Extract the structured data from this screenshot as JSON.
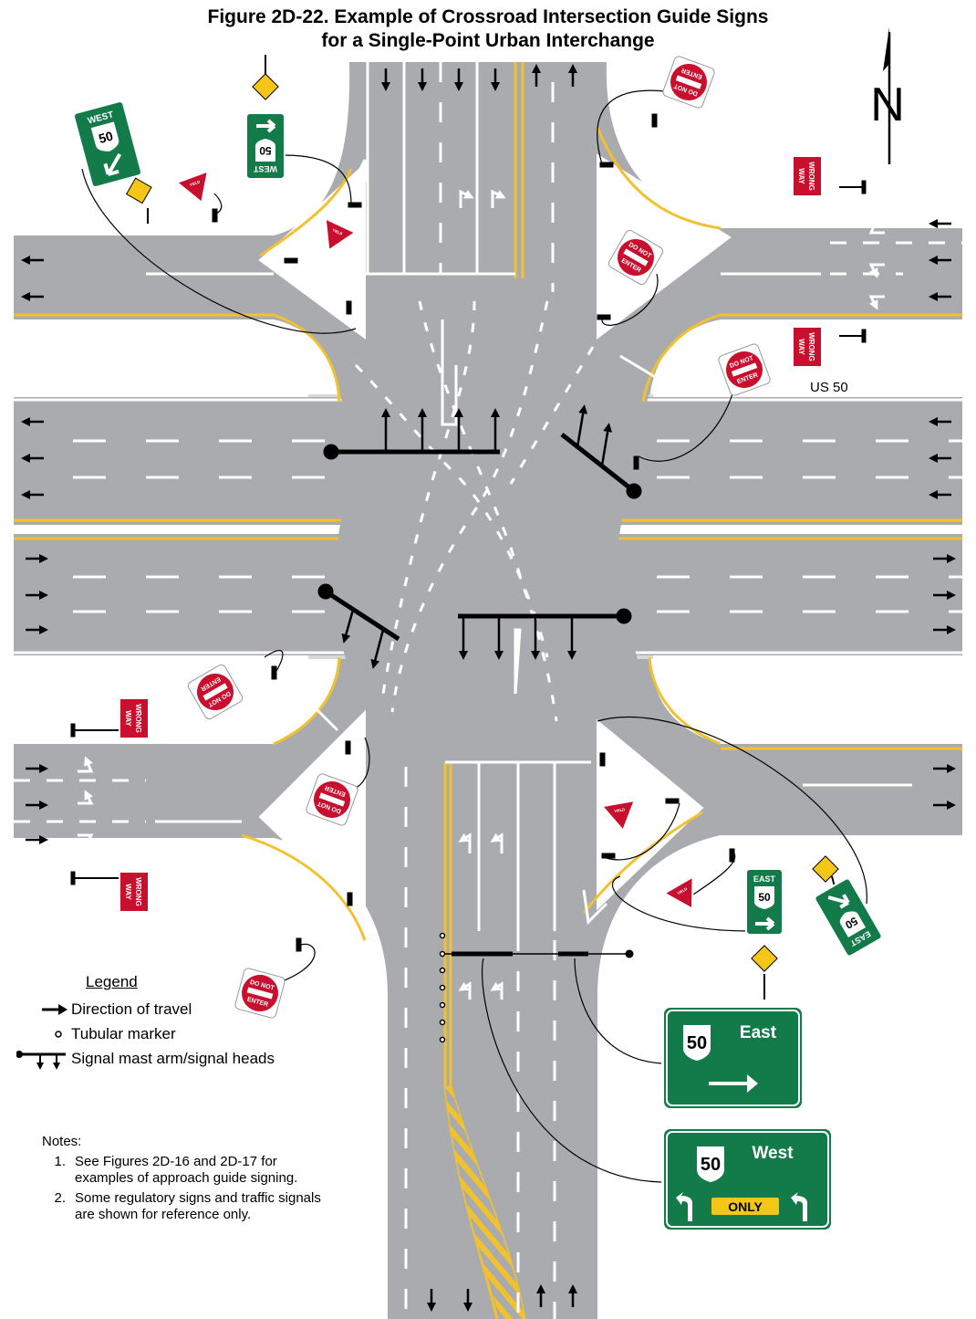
{
  "figure": {
    "title_line1": "Figure 2D-22.  Example of Crossroad Intersection Guide Signs",
    "title_line2": "for a Single-Point Urban Interchange"
  },
  "north_label": "N",
  "road_label": "US 50",
  "colors": {
    "pavement": "#a9abae",
    "bridge_deck": "#d7d8da",
    "yellow_line": "#f2c12e",
    "guide_green": "#137a4a",
    "regulatory_red": "#c8102e",
    "warning_yellow": "#f5c518"
  },
  "signs": {
    "route_number": "50",
    "do_not_enter": {
      "line1": "DO NOT",
      "line2": "ENTER"
    },
    "wrong_way": {
      "line1": "WRONG",
      "line2": "WAY"
    },
    "yield": "YIELD",
    "west_trailblazer": "WEST",
    "east_trailblazer": "EAST",
    "east_guide": {
      "direction": "East",
      "arrow": "right-arrow-icon"
    },
    "west_guide": {
      "direction": "West",
      "plaque": "ONLY",
      "arrow": "up-left-arrow-icon"
    }
  },
  "legend": {
    "title": "Legend",
    "items": [
      {
        "label": "Direction of travel",
        "icon": "arrow-right-icon"
      },
      {
        "label": "Tubular marker",
        "icon": "tubular-marker-icon"
      },
      {
        "label": "Signal mast arm/signal heads",
        "icon": "mast-arm-icon"
      }
    ]
  },
  "notes": {
    "title": "Notes:",
    "items": [
      {
        "num": "1.",
        "line1": "See Figures 2D-16 and 2D-17 for",
        "line2": "examples of approach guide signing."
      },
      {
        "num": "2.",
        "line1": "Some regulatory signs and traffic signals",
        "line2": "are shown for reference only."
      }
    ]
  }
}
